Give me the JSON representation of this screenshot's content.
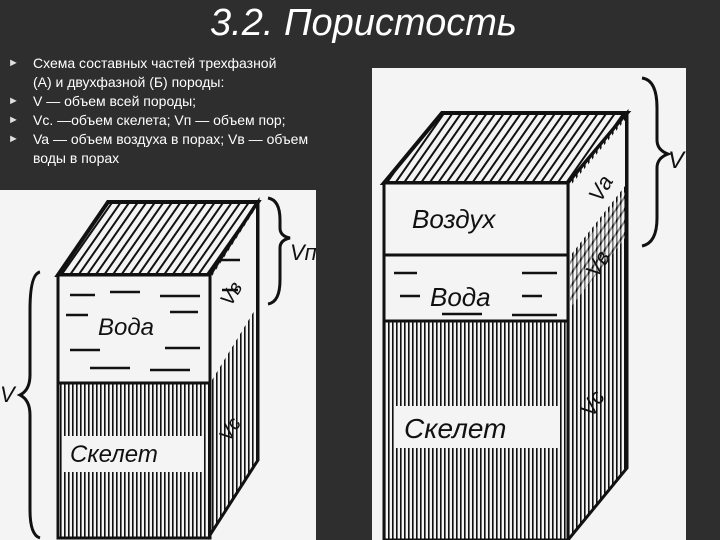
{
  "slide": {
    "title": "3.2. Пористость",
    "bullets": [
      {
        "icon": "triangle-bullet-icon",
        "lines": [
          "Схема составных   частей   трехфазной",
          "(А) и двухфазной (Б) породы:"
        ]
      },
      {
        "icon": "triangle-bullet-icon",
        "lines": [
          "V — объем всей  породы;"
        ]
      },
      {
        "icon": "triangle-bullet-icon",
        "lines": [
          "Vс. —объем  скелета;   Vп — объем пор;"
        ]
      },
      {
        "icon": "triangle-bullet-icon",
        "lines": [
          "Va — объем воздуха в порах;   Vв — объем",
          "воды в порах"
        ]
      }
    ]
  },
  "left_figure": {
    "water_label": "Вода",
    "skeleton_label": "Скелет",
    "vn_label": "Vп",
    "vb_label": "Vв",
    "vc_label": "Vc",
    "v_label": "V"
  },
  "right_figure": {
    "air_label": "Воздух",
    "water_label": "Вода",
    "skeleton_label": "Скелет",
    "va_label": "Va",
    "vb_label": "Vв",
    "vc_label": "Vc",
    "v_label": "V"
  },
  "colors": {
    "background": "#2e2e2e",
    "text": "#ffffff",
    "ink": "#111111",
    "paper": "#f4f4f4"
  }
}
